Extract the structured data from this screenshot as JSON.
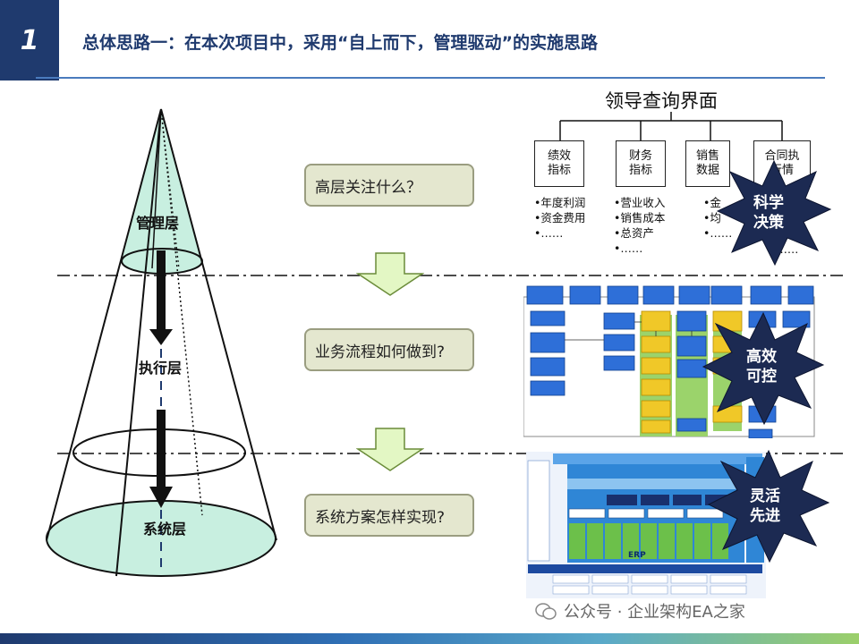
{
  "header": {
    "number": "1",
    "title": "总体思路一：在本次项目中，采用“自上而下，管理驱动”的实施思路"
  },
  "layers": {
    "management": "管理层",
    "execution": "执行层",
    "system": "系统层"
  },
  "questions": [
    "高层关注什么？",
    "业务流程如何做到?",
    "系统方案怎样实现?"
  ],
  "portal": {
    "title": "领导查询界面",
    "kpis": [
      {
        "line1": "绩效",
        "line2": "指标",
        "items": [
          "•年度利润",
          "•资金费用",
          "•……"
        ]
      },
      {
        "line1": "财务",
        "line2": "指标",
        "items": [
          "•营业收入",
          "•销售成本",
          "•总资产",
          "•……"
        ]
      },
      {
        "line1": "销售",
        "line2": "数据",
        "items": [
          "•金",
          "•均",
          "•……"
        ]
      },
      {
        "line1": "合同执",
        "line2": "行情",
        "items": [
          "•……"
        ]
      }
    ]
  },
  "badges": [
    {
      "line1": "科学",
      "line2": "决策"
    },
    {
      "line1": "高效",
      "line2": "可控"
    },
    {
      "line1": "灵活",
      "line2": "先进"
    }
  ],
  "system_diagram": {
    "center_label": "ERP"
  },
  "watermark": "公众号 · 企业架构EA之家",
  "colors": {
    "brand": "#1f3a6e",
    "cone_fill": "#c8efe0",
    "arrow_fill": "#e3f7c4",
    "question_box": "#e4e7cf",
    "badge": "#1c2a52"
  }
}
